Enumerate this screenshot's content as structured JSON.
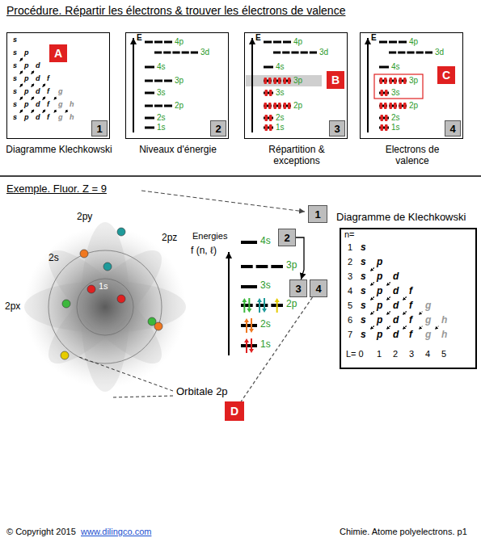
{
  "diagram": {
    "title": "Procédure. Répartir les électrons & trouver les électrons de valence",
    "nodes": [
      {
        "text": [
          "Diagramme Klechkowski"
        ]
      },
      {
        "text": [
          "A"
        ],
        "in": 0
      },
      {
        "text": [
          "1"
        ],
        "in": 0
      },
      {
        "text": [
          "Niveaux d'énergie"
        ]
      },
      {
        "text": [
          "2"
        ],
        "in": 3
      },
      {
        "text": [
          "Répartition & exceptions"
        ]
      },
      {
        "text": [
          "B"
        ],
        "in": 5
      },
      {
        "text": [
          "3"
        ],
        "in": 5
      },
      {
        "text": [
          "Electrons de valence"
        ]
      },
      {
        "text": [
          "C"
        ],
        "in": 8
      },
      {
        "text": [
          "4"
        ],
        "in": 8
      },
      {
        "text": [
          "1"
        ]
      },
      {
        "text": [
          "2"
        ]
      },
      {
        "text": [
          "3"
        ]
      },
      {
        "text": [
          "4"
        ]
      },
      {
        "text": [
          "D"
        ]
      },
      {
        "text": [
          "Diagramme de Klechkowski"
        ]
      }
    ],
    "edges": [
      {
        "from": 12,
        "to": 13,
        "arrow": "to"
      },
      {
        "from": 14,
        "to": 15,
        "arrow": "none"
      }
    ],
    "labels": [
      "s",
      "s",
      "p",
      "s",
      "p",
      "d",
      "s",
      "p",
      "d",
      "f",
      "s",
      "p",
      "d",
      "f",
      "g",
      "s",
      "p",
      "d",
      "f",
      "g",
      "h",
      "s",
      "p",
      "d",
      "f",
      "g",
      "h",
      "E",
      "4p",
      "3d",
      "4s",
      "3p",
      "3s",
      "2p",
      "2s",
      "1s",
      "E",
      "4p",
      "3d",
      "4s",
      "3p",
      "3s",
      "2p",
      "2s",
      "1s",
      "E",
      "4p",
      "3d",
      "4s",
      "3p",
      "3s",
      "2p",
      "2s",
      "1s",
      "Exemple. Fluor. Z = 9",
      "Energies",
      "f (n, ℓ)",
      "4s",
      "3p",
      "3s",
      "2p",
      "2s",
      "1s",
      "2py",
      "2pz",
      "2s",
      "1s",
      "2px",
      "Orbitale 2p",
      "n=",
      "1",
      "2",
      "3",
      "4",
      "5",
      "6",
      "7",
      "L= 0",
      "1",
      "2",
      "3",
      "4",
      "5",
      "s",
      "s",
      "p",
      "s",
      "p",
      "d",
      "s",
      "p",
      "d",
      "f",
      "s",
      "p",
      "d",
      "f",
      "g",
      "s",
      "p",
      "d",
      "f",
      "g",
      "h",
      "s",
      "p",
      "d",
      "f",
      "g",
      "h",
      "© Copyright 2015",
      "www.dilingco.com",
      "Chimie. Atome polyelectrons. p1"
    ]
  }
}
